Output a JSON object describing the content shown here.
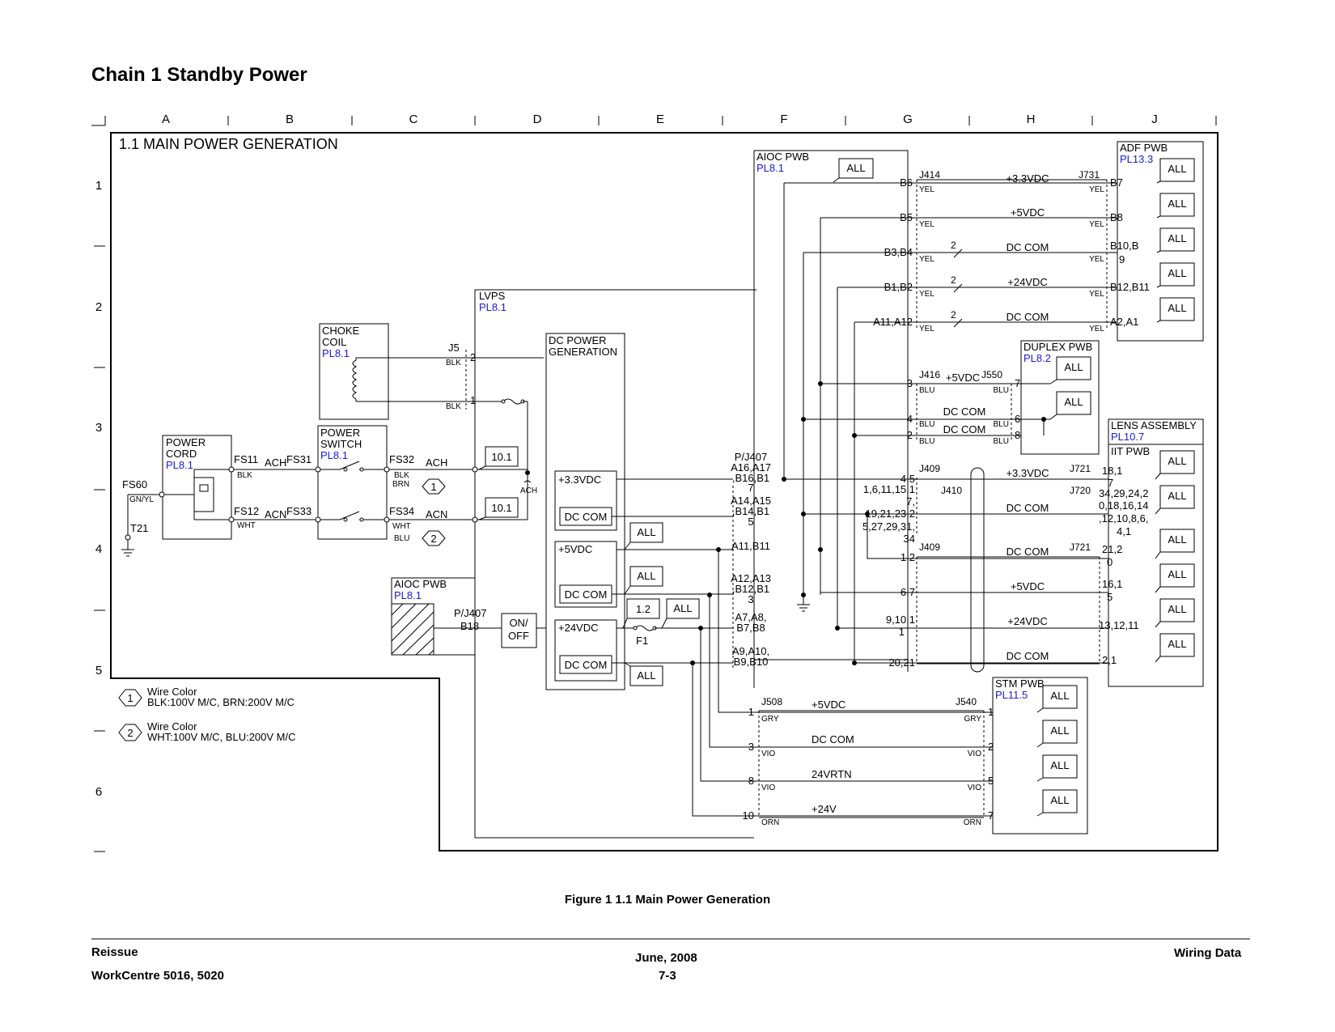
{
  "page": {
    "title": "Chain 1  Standby Power",
    "figure_caption": "Figure 1 1.1 Main Power Generation",
    "footer": {
      "left_top": "Reissue",
      "left_bottom": "WorkCentre 5016, 5020",
      "center_top": "June, 2008",
      "center_bottom": "7-3",
      "right": "Wiring Data"
    }
  },
  "grid": {
    "columns": [
      "A",
      "B",
      "C",
      "D",
      "E",
      "F",
      "G",
      "H",
      "J"
    ],
    "rows": [
      "1",
      "2",
      "3",
      "4",
      "5",
      "6"
    ]
  },
  "diagram": {
    "section_title": "1.1 MAIN POWER GENERATION",
    "all_label": "ALL",
    "power_cord": {
      "name1": "POWER",
      "name2": "CORD",
      "ref": "PL8.1"
    },
    "fs60": "FS60",
    "gnyl": "GN/YL",
    "t21": "T21",
    "fs11": "FS11",
    "fs12": "FS12",
    "fs31": "FS31",
    "fs33": "FS33",
    "fs32": "FS32",
    "fs34": "FS34",
    "ach": "ACH",
    "acn": "ACN",
    "blk": "BLK",
    "wht": "WHT",
    "brn": "BRN",
    "blu": "BLU",
    "power_switch": {
      "name1": "POWER",
      "name2": "SWITCH",
      "ref": "PL8.1"
    },
    "choke_coil": {
      "name1": "CHOKE",
      "name2": "COIL",
      "ref": "PL8.1"
    },
    "j5": "J5",
    "pin1": "1",
    "pin2": "2",
    "ref_10_1": "10.1",
    "ref_1_2": "1.2",
    "lvps": {
      "name": "LVPS",
      "ref": "PL8.1"
    },
    "dc_power": {
      "name1": "DC POWER",
      "name2": "GENERATION"
    },
    "v33": "+3.3VDC",
    "v5": "+5VDC",
    "v24": "+24VDC",
    "dccom": "DC COM",
    "aioc_left": {
      "name": "AIOC PWB",
      "ref": "PL8.1"
    },
    "pj407": "P/J407",
    "b18": "B18",
    "onoff1": "ON/",
    "onoff2": "OFF",
    "f1": "F1",
    "aioc_top": {
      "name": "AIOC PWB",
      "ref": "PL8.1"
    },
    "adf": {
      "name": "ADF PWB",
      "ref": "PL13.3"
    },
    "duplex": {
      "name": "DUPLEX PWB",
      "ref": "PL8.2"
    },
    "lens": {
      "name": "LENS ASSEMBLY",
      "ref": "PL10.7",
      "sub": "IIT PWB"
    },
    "stm": {
      "name": "STM PWB",
      "ref": "PL11.5"
    },
    "j414": "J414",
    "j731": "J731",
    "yel": "YEL",
    "adf_left_pins": [
      "B6",
      "B5",
      "B3,B4",
      "B1,B2",
      "A11,A12"
    ],
    "adf_right_pins": [
      "B7",
      "B8",
      "B10,B",
      "B12,B11",
      "A2,A1"
    ],
    "adf_right_pin_extra": "9",
    "adf_signals": [
      "+3.3VDC",
      "+5VDC",
      "DC COM",
      "+24VDC",
      "DC COM"
    ],
    "two": "2",
    "j416": "J416",
    "j550": "J550",
    "duplex_left_pins": [
      "3",
      "4",
      "2"
    ],
    "duplex_right_pins": [
      "7",
      "6",
      "8"
    ],
    "duplex_signals": [
      "+5VDC",
      "DC COM",
      "DC COM"
    ],
    "pj407_pins": [
      [
        "P/J407",
        "A16,A17",
        ",B16,B1",
        "7"
      ],
      [
        "A14,A15",
        ",B14,B1",
        "5"
      ],
      [
        "A11,B11"
      ],
      [
        "A12,A13",
        ",B12,B1",
        "3"
      ],
      [
        "A7,A8,",
        "B7,B8"
      ],
      [
        "A9,A10,",
        "B9,B10"
      ]
    ],
    "j409": "J409",
    "j410": "J410",
    "j721": "J721",
    "j720": "J720",
    "lens_left_pins": [
      [
        "4,5"
      ],
      [
        "1,6,11,15,1",
        "7,",
        "19,21,23,2",
        "5,27,29,31,",
        "34"
      ],
      [
        "1,2"
      ],
      [
        "6,7"
      ],
      [
        "9,10,1",
        "1"
      ],
      [
        "20,21"
      ]
    ],
    "lens_signals": [
      "+3.3VDC",
      "DC COM",
      "DC COM",
      "+5VDC",
      "+24VDC",
      "DC COM"
    ],
    "lens_right_pins": [
      [
        "18,1",
        "7"
      ],
      [
        "34,29,24,2",
        "0,18,16,14",
        ",12,10,8,6,",
        "4,1"
      ],
      [
        "21,2",
        "0"
      ],
      [
        "16,1",
        "5"
      ],
      [
        "13,12,11"
      ],
      [
        "2,1"
      ]
    ],
    "j508": "J508",
    "j540": "J540",
    "stm_left_pins": [
      "1",
      "3",
      "8",
      "10"
    ],
    "stm_right_pins": [
      "1",
      "2",
      "5",
      "7"
    ],
    "stm_signals": [
      "+5VDC",
      "DC COM",
      "24VRTN",
      "+24V"
    ],
    "stm_colors_left": [
      "GRY",
      "VIO",
      "VIO",
      "ORN"
    ],
    "stm_colors_right": [
      "GRY",
      "VIO",
      "VIO",
      "ORN"
    ],
    "legend": [
      {
        "num": "1",
        "line1": "Wire Color",
        "line2": "BLK:100V M/C, BRN:200V M/C"
      },
      {
        "num": "2",
        "line1": "Wire Color",
        "line2": "WHT:100V M/C, BLU:200V M/C"
      }
    ]
  }
}
